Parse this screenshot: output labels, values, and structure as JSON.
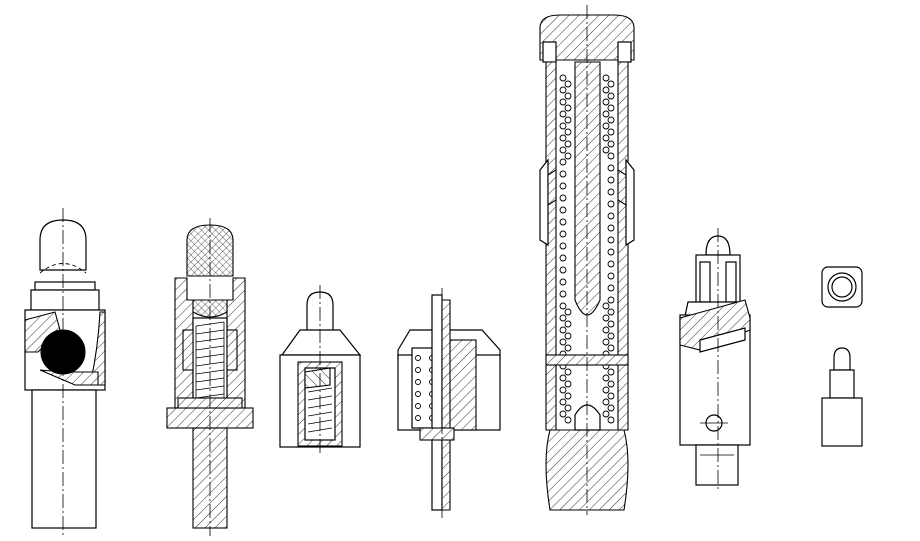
{
  "figure": {
    "background": "#ffffff",
    "line_color": "#000000",
    "parts": [
      "ball-lock-pin",
      "knurled-spring-plunger",
      "small-spring-plunger",
      "flanged-spring-plunger",
      "long-spring-loaded-pin",
      "indexing-plunger",
      "square-nut-plunger"
    ]
  }
}
